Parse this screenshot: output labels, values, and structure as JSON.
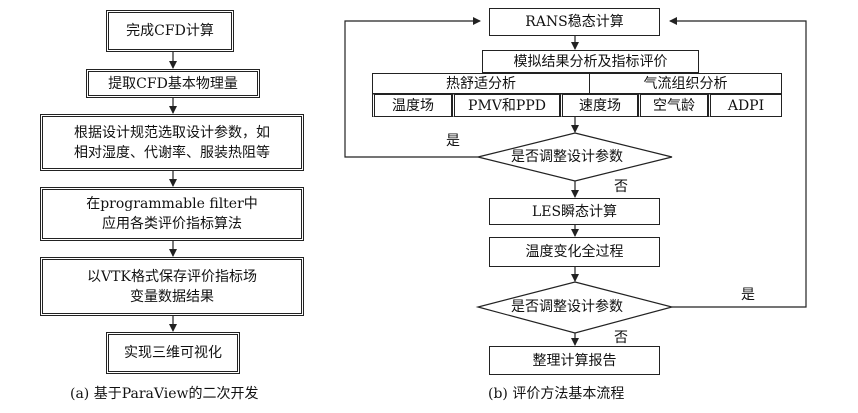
{
  "left": {
    "steps": [
      "完成CFD计算",
      "提取CFD基本物理量",
      [
        "根据设计规范选取设计参数，如",
        "相对湿度、代谢率、服装热阻等"
      ],
      [
        "在programmable filter中",
        "应用各类评价指标算法"
      ],
      [
        "以VTK格式保存评价指标场",
        "变量数据结果"
      ],
      "实现三维可视化"
    ],
    "caption": "(a) 基于ParaView的二次开发"
  },
  "right": {
    "rans": "RANS稳态计算",
    "analysis": "模拟结果分析及指标评价",
    "groups": [
      "热舒适分析",
      "气流组织分析"
    ],
    "metrics": [
      "温度场",
      "PMV和PPD",
      "速度场",
      "空气龄",
      "ADPI"
    ],
    "decision1": "是否调整设计参数",
    "yes1": "是",
    "no1": "否",
    "les": "LES瞬态计算",
    "process": "温度变化全过程",
    "decision2": "是否调整设计参数",
    "yes2": "是",
    "no2": "否",
    "report": "整理计算报告",
    "caption": "(b) 评价方法基本流程"
  }
}
